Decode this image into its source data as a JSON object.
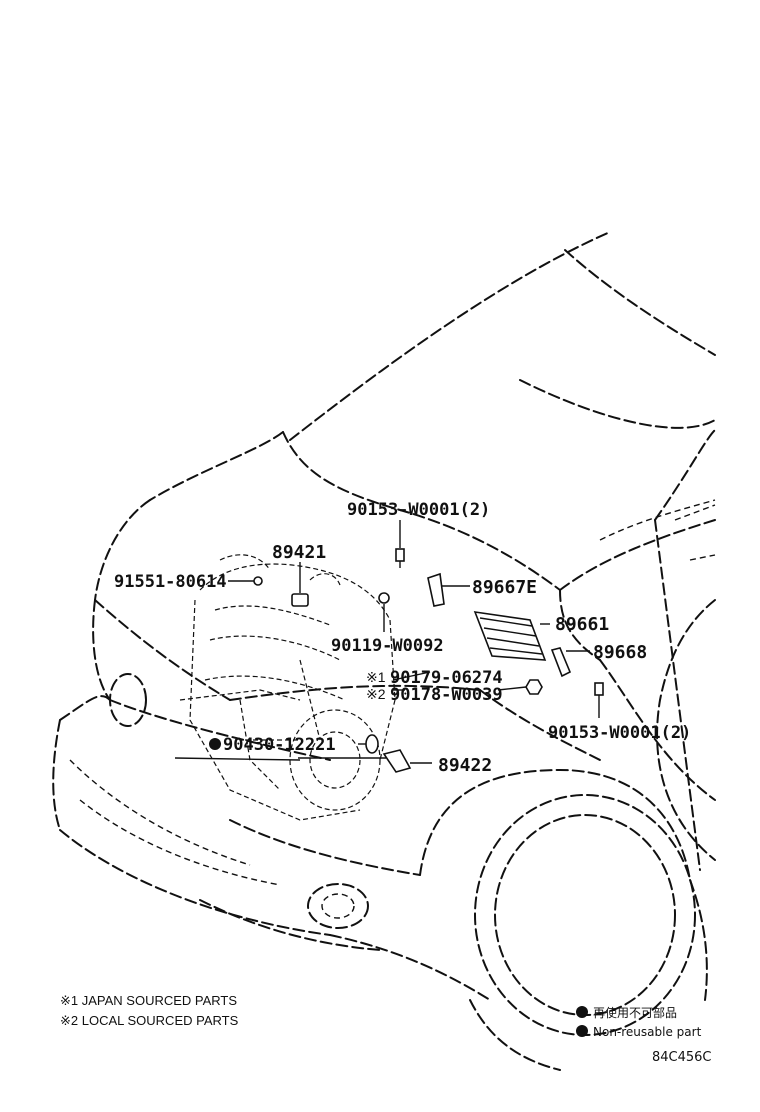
{
  "parts": {
    "p_90153_top": "90153-W0001(2)",
    "p_89421": "89421",
    "p_91551": "91551-80614",
    "p_89667e": "89667E",
    "p_89661": "89661",
    "p_90119": "90119-W0092",
    "p_89668": "89668",
    "p_90179": "90179-06274",
    "p_90178": "90178-W0039",
    "p_90153_bottom": "90153-W0001(2)",
    "p_90430": "90430-12221",
    "p_89422": "89422"
  },
  "marks": {
    "japan": "※1",
    "local": "※2",
    "nonreusable": "●"
  },
  "notes": {
    "japan": "※1 JAPAN SOURCED PARTS",
    "local": "※2 LOCAL SOURCED PARTS"
  },
  "legend": {
    "jp": "再使用不可部品",
    "en": "Non-reusable part"
  },
  "figure_id": "84C456C"
}
